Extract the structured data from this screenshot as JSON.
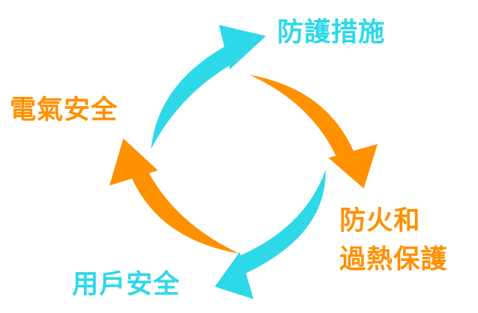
{
  "colors": {
    "cyan": "#2dd8e8",
    "orange": "#ff9000"
  },
  "labels": {
    "protection": "防護措施",
    "electrical_safety": "電氣安全",
    "fire_overheat_line1": "防火和",
    "fire_overheat_line2": "過熱保護",
    "user_safety": "用戶安全"
  }
}
